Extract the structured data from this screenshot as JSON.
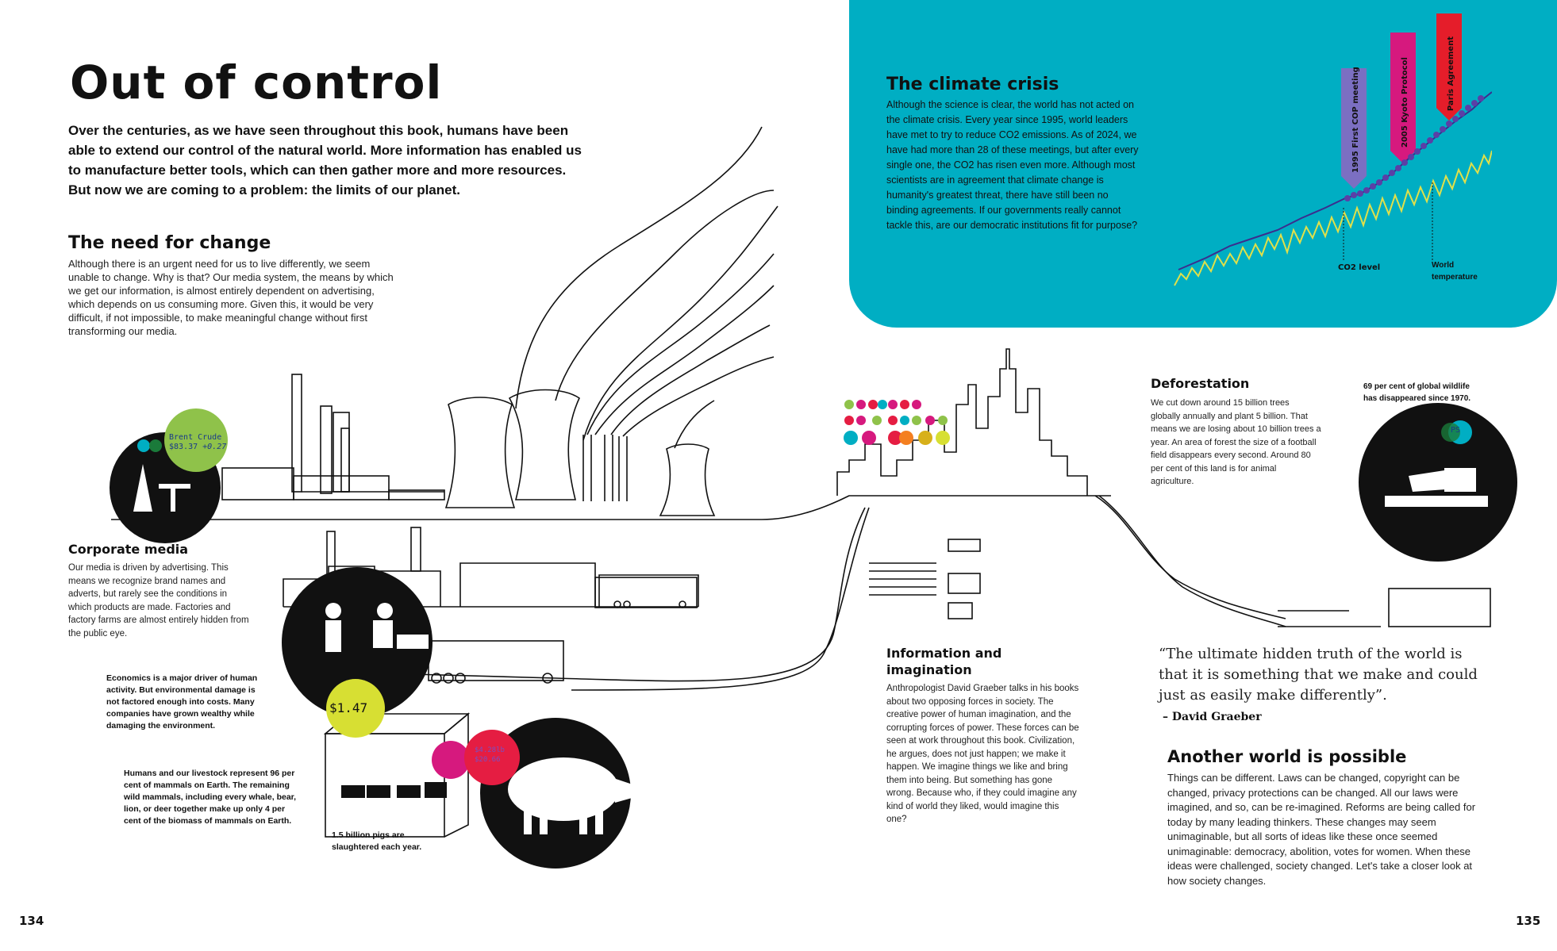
{
  "page_left": {
    "title": "Out of control",
    "intro": "Over the centuries, as we have seen throughout this book, humans have been able to extend our control of the natural world. More information has enabled us to manufacture better tools, which can then gather more and more resources. But now we are coming to a problem: the limits of our planet.",
    "need_heading": "The need for change",
    "need_body": "Although there is an urgent need for us to live differently, we seem unable to change. Why is that? Our media system, the means by which we get our information, is almost entirely dependent on advertising, which depends on us consuming more. Given this, it would be very difficult, if not impossible, to make meaningful change without first transforming our media.",
    "corporate_heading": "Corporate media",
    "corporate_body": "Our media is driven by advertising. This means we recognize brand names and adverts, but rarely see the conditions in which products are made. Factories and factory farms are almost entirely hidden from the public eye.",
    "economics_caption": "Economics is a major driver of human activity. But environmental damage is not factored enough into costs. Many companies have grown wealthy while damaging the environment.",
    "mammals_caption": "Humans and our livestock represent 96 per cent of mammals on Earth. The remaining wild mammals, including every whale, bear, lion, or deer together make up only 4 per cent of the biomass of mammals on Earth.",
    "pigs_caption": "1.5 billion pigs are slaughtered each year.",
    "ticker_name": "Brent Crude",
    "ticker_price": "$83.37",
    "ticker_change": "+0.27",
    "price_label": "$1.47",
    "pork_price_1": "$4.28lb",
    "pork_price_2": "$20.66",
    "page_number": "134"
  },
  "page_right": {
    "climate_heading": "The climate crisis",
    "climate_body": "Although the science is clear, the world has not acted on the climate crisis. Every year since 1995, world leaders have met to try to reduce CO2 emissions. As of 2024, we have had more than 28 of these meetings, but after every single one, the CO2 has risen even more. Although most scientists are in agreement that climate change is humanity's greatest threat, there have still been no binding agreements.  If our governments really cannot tackle this, are our democratic institutions fit for purpose?",
    "marker_1": "1995 First COP meeting",
    "marker_2": "2005 Kyoto Protocol",
    "marker_3": "Paris Agreement",
    "co2_label": "CO2 level",
    "temp_label": "World temperature",
    "deforestation_heading": "Deforestation",
    "deforestation_body": "We cut down around 15 billion trees globally annually and plant 5 billion. That means we are losing about 10 billion trees a year. An area of forest the size of a football field disappears every second. Around 80 per cent of this land is for animal agriculture.",
    "wildlife_caption": "69 per cent of global wildlife has disappeared since 1970.",
    "wildlife_badge": "PS",
    "info_heading": "Information and imagination",
    "info_body": "Anthropologist David Graeber talks in his books about two opposing forces in society. The creative power of human imagination, and the corrupting forces of power. These forces can be seen at work throughout this book. Civilization, he argues, does not just happen; we make it happen. We imagine things we like and bring them into being. But something has gone wrong. Because who, if they could imagine any kind of world they liked, would imagine this one?",
    "quote": "“The ultimate hidden truth of the world is that it is something that we make and could just as easily make differently”.",
    "quote_author": "– David Graeber",
    "another_heading": "Another world is possible",
    "another_body": "Things can be different. Laws can be changed, copyright can be changed, privacy protections can be changed. All our laws were imagined, and so, can be re-imagined. Reforms are being called for today by many leading thinkers. These changes may seem unimaginable, but all sorts of ideas like these once seemed unimaginable: democracy, abolition, votes for women. When these ideas were challenged, society changed. Let's take a closer look at how society changes.",
    "page_number": "135"
  },
  "colors": {
    "climate_bg": "#00aec3",
    "marker_1": "#7b6fc2",
    "marker_2": "#d6197e",
    "marker_3": "#e51d2a",
    "co2_line": "#5b3fa6",
    "temp_line": "#d8d84a",
    "lime": "#d7df33",
    "green": "#8fc24a",
    "magenta": "#d6197e",
    "red": "#e51d42"
  }
}
